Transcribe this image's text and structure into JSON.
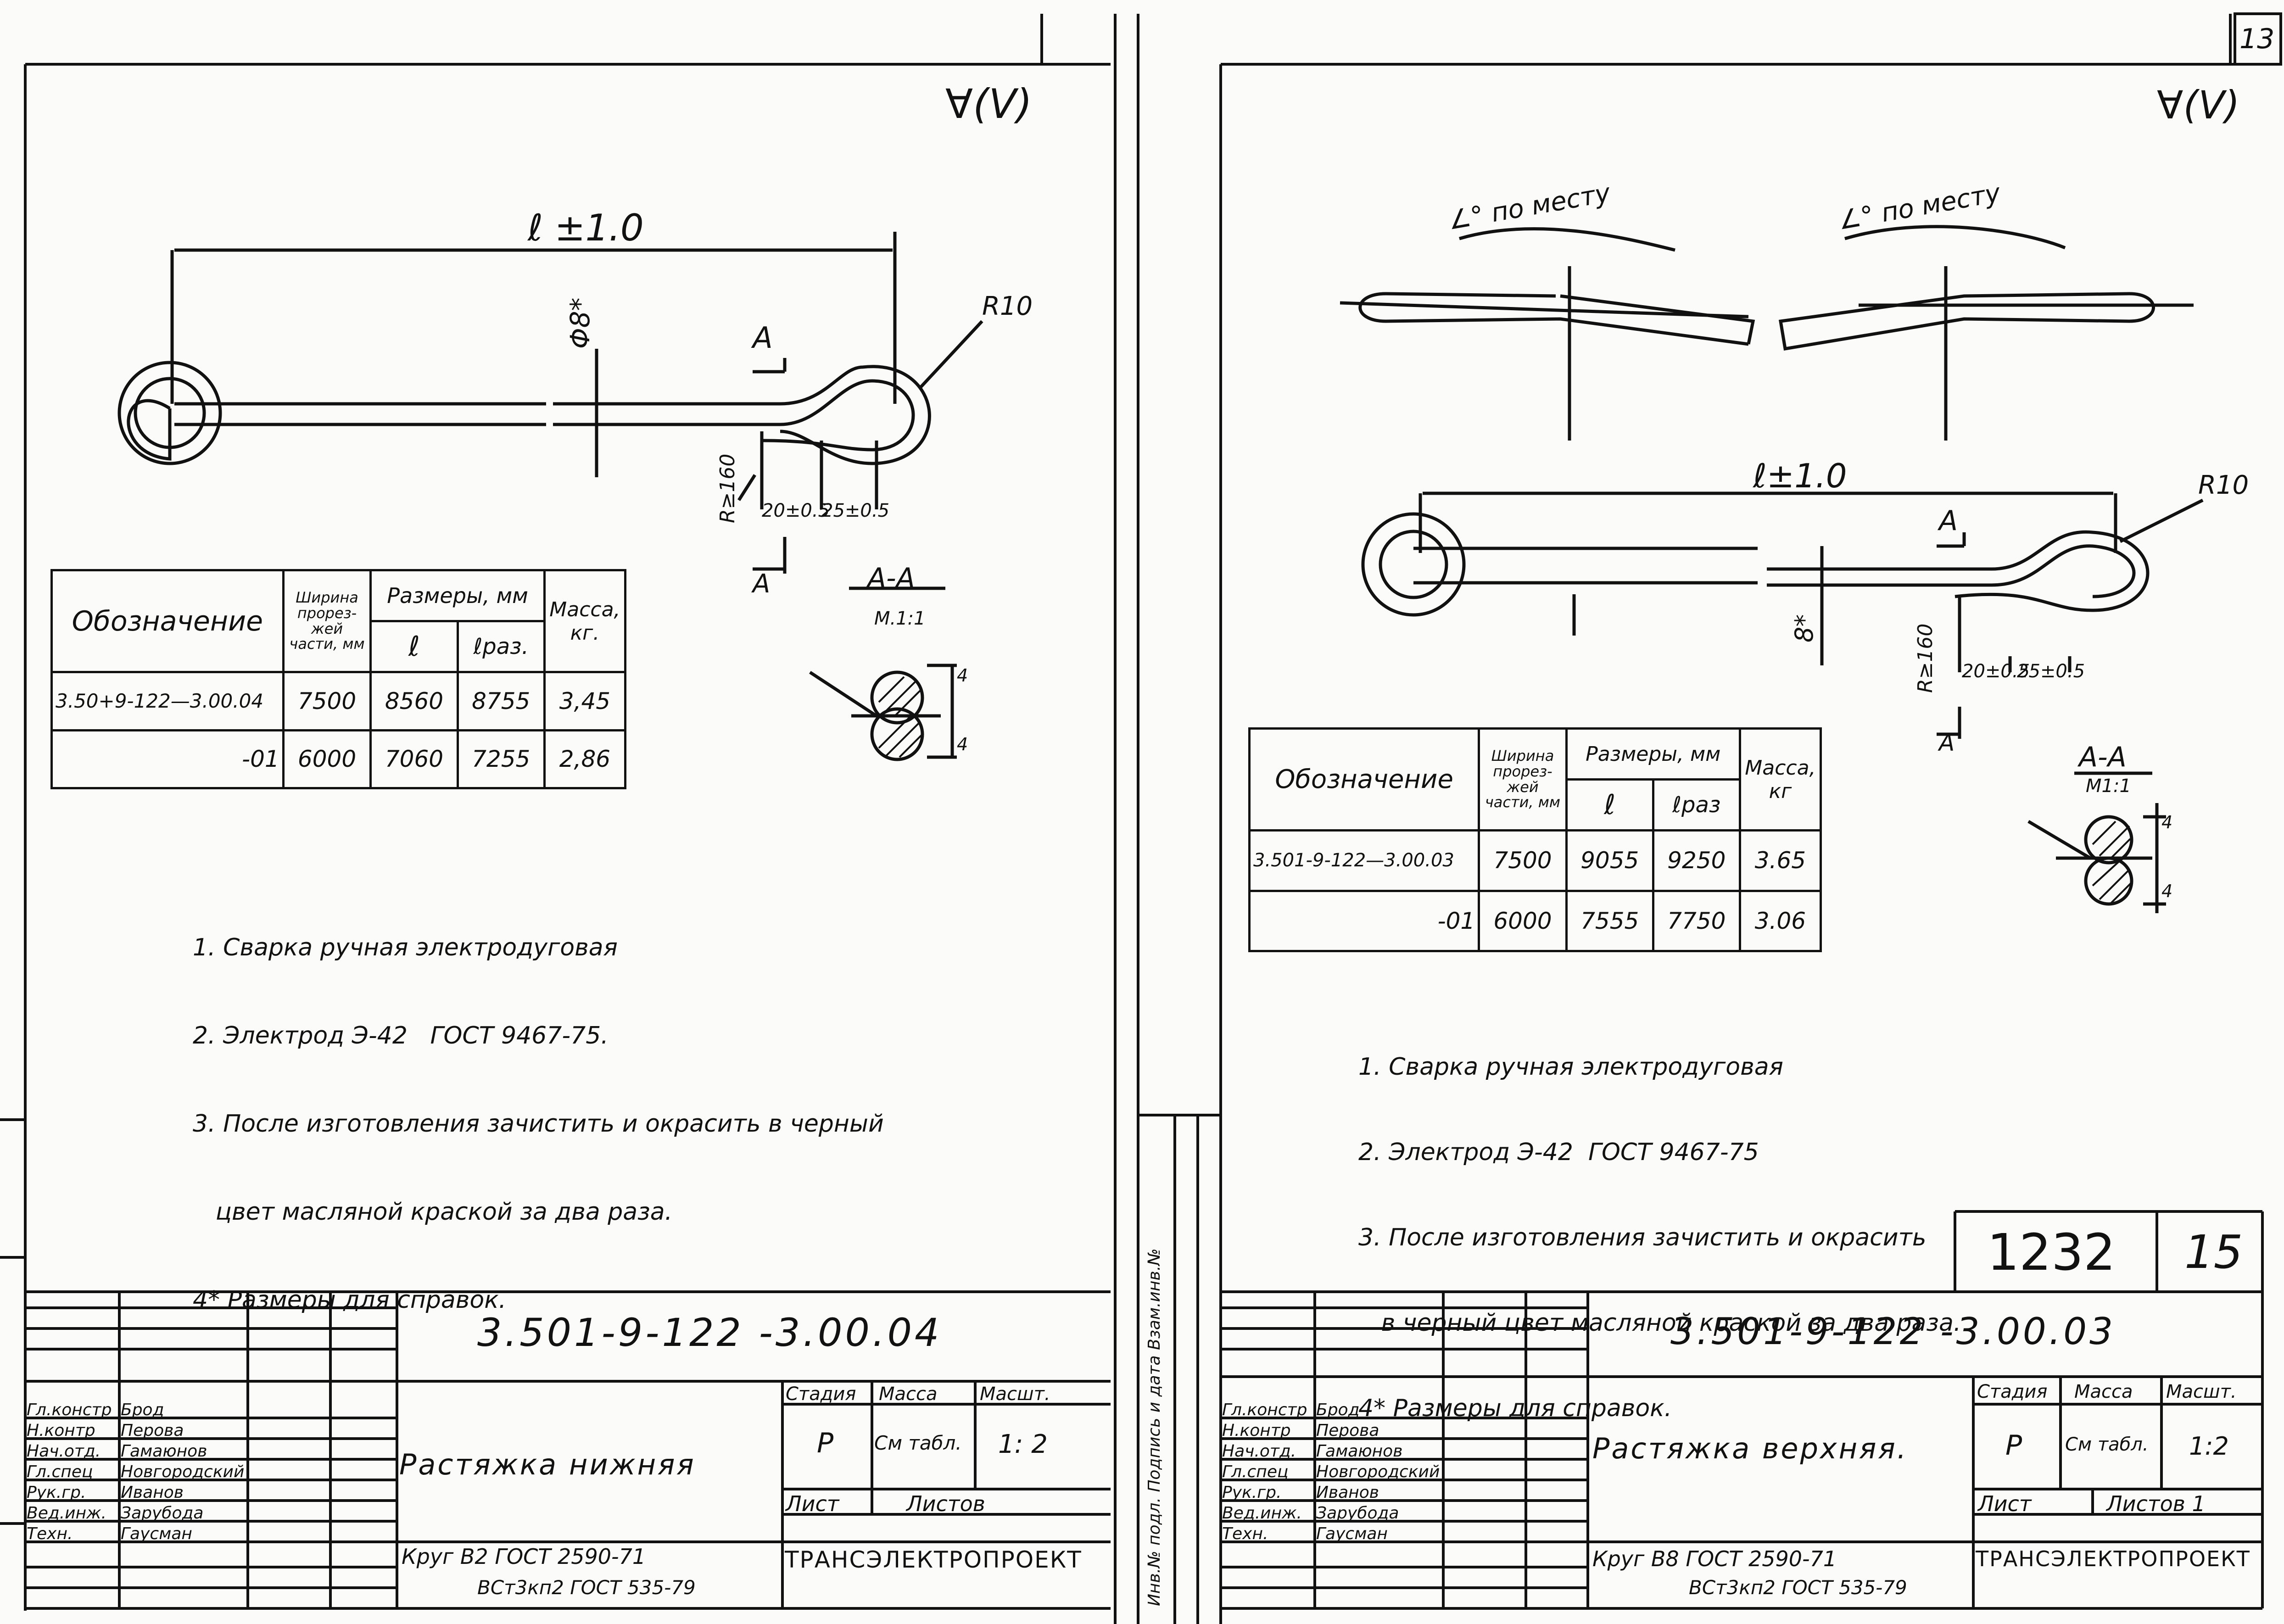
{
  "left_sheet": {
    "roughness": "∀(V)",
    "dim_length": "ℓ ±1.0",
    "radius": "R10",
    "diameter": "Φ8*",
    "section_mark": "А",
    "weld_note": "R≥160",
    "weld_dims": [
      "20±0.5",
      "25±0.5"
    ],
    "section_title": "А-А",
    "section_scale": "М.1:1",
    "section_dim": "4",
    "table": {
      "h_designation": "Обозначение",
      "h_width": "Ширина прорез- жей части, мм",
      "h_sizes": "Размеры, мм",
      "h_l": "ℓ",
      "h_lraz": "ℓраз.",
      "h_mass": "Масса, кг.",
      "rows": [
        {
          "designation": "3.50+9-122—3.00.04",
          "width": "7500",
          "l": "8560",
          "lraz": "8755",
          "mass": "3,45"
        },
        {
          "designation": "-01",
          "width": "6000",
          "l": "7060",
          "lraz": "7255",
          "mass": "2,86"
        }
      ]
    },
    "notes": [
      "1. Сварка ручная электродуговая",
      "2. Электрод Э-42   ГОСТ 9467-75.",
      "3. После изготовления зачистить и окрасить в черный",
      "   цвет масляной краской за два раза.",
      "4* Размеры для справок."
    ],
    "title_block": {
      "doc_number": "3.501-9-122 -3.00.04",
      "part_name": "Растяжка нижняя",
      "col_stage": "Стадия",
      "col_mass": "Масса",
      "col_scale": "Масшт.",
      "stage": "Р",
      "mass": "См табл.",
      "scale": "1: 2",
      "sheet": "Лист",
      "sheets": "Листов",
      "material_1": "Круг  В2 ГОСТ 2590-71",
      "material_2": "ВСт3кп2 ГОСТ 535-79",
      "org": "ТРАНСЭЛЕКТРОПРОЕКТ",
      "signatures": [
        {
          "role": "Гл.констр",
          "name": "Брод"
        },
        {
          "role": "Н.контр",
          "name": "Перова"
        },
        {
          "role": "Нач.отд.",
          "name": "Гамаюнов"
        },
        {
          "role": "Гл.спец",
          "name": "Новгородский"
        },
        {
          "role": "Рук.гр.",
          "name": "Иванов"
        },
        {
          "role": "Вед.инж.",
          "name": "Зарубода"
        },
        {
          "role": "Техн.",
          "name": "Гаусман"
        }
      ]
    }
  },
  "right_sheet": {
    "corner": "13",
    "roughness": "∀(V)",
    "angle_left": "∠° по месту",
    "angle_right": "∠° по месту",
    "dim_length": "ℓ±1.0",
    "radius": "R10",
    "diameter": "8*",
    "section_mark": "А",
    "weld_note": "R≥160",
    "weld_dims": [
      "20±0.5",
      "25±0.5"
    ],
    "section_title": "А-А",
    "section_scale": "М1:1",
    "section_dim": "4",
    "table": {
      "h_designation": "Обозначение",
      "h_width": "Ширина прорез- жей части, мм",
      "h_sizes": "Размеры, мм",
      "h_l": "ℓ",
      "h_lraz": "ℓраз",
      "h_mass": "Масса, кг",
      "rows": [
        {
          "designation": "3.501-9-122—3.00.03",
          "width": "7500",
          "l": "9055",
          "lraz": "9250",
          "mass": "3.65"
        },
        {
          "designation": "-01",
          "width": "6000",
          "l": "7555",
          "lraz": "7750",
          "mass": "3.06"
        }
      ]
    },
    "notes": [
      "1. Сварка ручная электродуговая",
      "2. Электрод Э-42  ГОСТ 9467-75",
      "3. После изготовления зачистить и окрасить",
      "   в черный цвет масляной краской за два раза.",
      "4* Размеры для справок."
    ],
    "side_stamp": "Инв.№ подл. Подпись и дата Взам.инв.№",
    "page_number": "1232",
    "sheet_number": "15",
    "title_block": {
      "doc_number": "3.501-9-122 -3.00.03",
      "part_name": "Растяжка верхняя.",
      "col_stage": "Стадия",
      "col_mass": "Масса",
      "col_scale": "Масшт.",
      "stage": "Р",
      "mass": "См табл.",
      "scale": "1:2",
      "sheet": "Лист",
      "sheets": "Листов 1",
      "material_1": "Круг  В8 ГОСТ 2590-71",
      "material_2": "ВСт3кп2 ГОСТ 535-79",
      "org": "ТРАНСЭЛЕКТРОПРОЕКТ",
      "signatures": [
        {
          "role": "Гл.констр",
          "name": "Брод"
        },
        {
          "role": "Н.контр",
          "name": "Перова"
        },
        {
          "role": "Нач.отд.",
          "name": "Гамаюнов"
        },
        {
          "role": "Гл.спец",
          "name": "Новгородский"
        },
        {
          "role": "Рук.гр.",
          "name": "Иванов"
        },
        {
          "role": "Вед.инж.",
          "name": "Зарубода"
        },
        {
          "role": "Техн.",
          "name": "Гаусман"
        }
      ]
    }
  }
}
